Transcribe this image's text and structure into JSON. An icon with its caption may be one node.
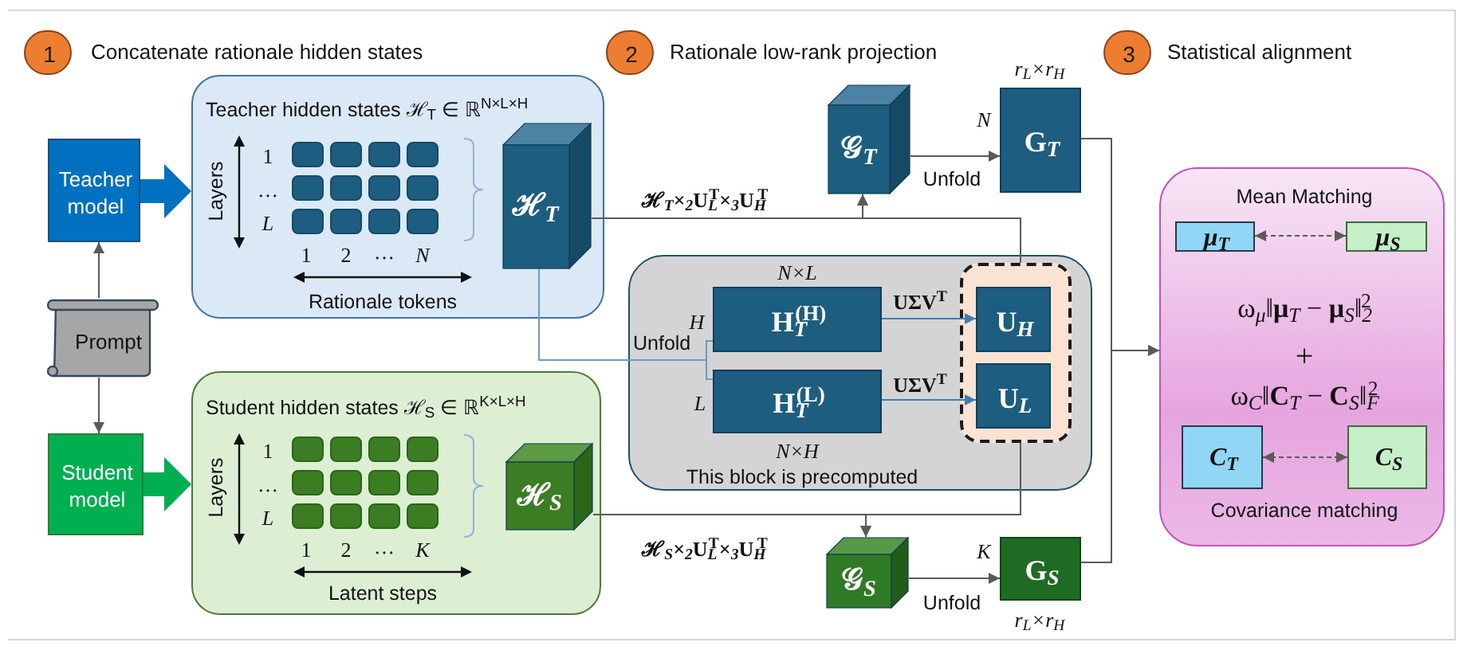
{
  "diagram": {
    "nodes": [
      {
        "text": [
          "1"
        ],
        "beside": [
          "Concatenate rationale hidden states"
        ]
      },
      {
        "text": [
          "2"
        ],
        "beside": [
          "Rationale low-rank projection"
        ]
      },
      {
        "text": [
          "3"
        ],
        "beside": [
          "Statistical alignment"
        ]
      },
      {
        "text": [
          "Teacher model"
        ]
      },
      {
        "text": [
          "Teacher hidden states ℋ$_{T}$ ∈ ℝ$^{N×L×H}$"
        ]
      },
      {
        "text": [
          "ℋ$_{T}$"
        ],
        "in": 4
      },
      {
        "text": [
          "Prompt"
        ]
      },
      {
        "text": [
          "Student model"
        ]
      },
      {
        "text": [
          "Student hidden states ℋ$_{S}$ ∈ ℝ$^{K×L×H}$"
        ]
      },
      {
        "text": [
          "ℋ$_{S}$"
        ],
        "in": 8
      },
      {
        "text": [
          "This block is precomputed"
        ]
      },
      {
        "text": [
          "H$_{T}$$^{(H)}$"
        ],
        "in": 10,
        "beside": [
          "N×L",
          "H"
        ]
      },
      {
        "text": [
          "H$_{T}$$^{(L)}$"
        ],
        "in": 10,
        "beside": [
          "L",
          "N×H"
        ]
      },
      {
        "text": [],
        "shape": "box",
        "in": 10
      },
      {
        "text": [
          "U$_{H}$"
        ],
        "in": 13
      },
      {
        "text": [
          "U$_{L}$"
        ],
        "in": 13
      },
      {
        "text": [
          "𝒢$_{T}$"
        ]
      },
      {
        "text": [
          "G$_{T}$"
        ],
        "beside": [
          "r$_{L}$×r$_{H}$",
          "N"
        ]
      },
      {
        "text": [
          "𝒢$_{S}$"
        ]
      },
      {
        "text": [
          "G$_{S}$"
        ],
        "beside": [
          "K",
          "r$_{L}$×r$_{H}$"
        ]
      },
      {
        "text": [
          "Mean Matching",
          "ω$_{μ}$‖**μ**$_{T}$ − **μ**$_{S}$‖$_{2}$$^{2}$",
          "+",
          "ω$_{C}$‖**C**$_{T}$ − **C**$_{S}$‖$_{F}$$^{2}$",
          "Covariance matching"
        ]
      },
      {
        "text": [
          "μ$_{T}$"
        ],
        "in": 20
      },
      {
        "text": [
          "μ$_{S}$"
        ],
        "in": 20
      },
      {
        "text": [
          "C$_{T}$"
        ],
        "in": 20
      },
      {
        "text": [
          "C$_{S}$"
        ],
        "in": 20
      }
    ],
    "edges": [
      {
        "from": 6,
        "to": 3,
        "arrow": "to"
      },
      {
        "from": 6,
        "to": 7,
        "arrow": "to"
      },
      {
        "from": 3,
        "to": 4,
        "arrow": "to",
        "style": "thick",
        "color": "#0070c0"
      },
      {
        "from": 7,
        "to": 8,
        "arrow": "to",
        "style": "thick",
        "color": "#00b050"
      },
      {
        "from": 5,
        "to": 11,
        "arrow": "none",
        "label": "Unfold",
        "color": "#6a9cc6"
      },
      {
        "from": 5,
        "to": 12,
        "arrow": "none",
        "color": "#6a9cc6"
      },
      {
        "from": 11,
        "to": 14,
        "arrow": "to",
        "label": "UΣV$^{T}$",
        "color": "#3f7fb0"
      },
      {
        "from": 12,
        "to": 15,
        "arrow": "to",
        "label": "UΣV$^{T}$",
        "color": "#3f7fb0"
      },
      {
        "from": 5,
        "to": 16,
        "arrow": "to",
        "label": "ℋ$_{T}$×$_{2}$U$_{L}$$^{T}$×$_{3}$U$_{H}$$^{T}$"
      },
      {
        "from": 13,
        "to": 16,
        "arrow": "to"
      },
      {
        "from": 16,
        "to": 17,
        "arrow": "to",
        "label": "Unfold"
      },
      {
        "from": 9,
        "to": 18,
        "arrow": "to",
        "label": "ℋ$_{S}$×$_{2}$U$_{L}$$^{T}$×$_{3}$U$_{H}$$^{T}$"
      },
      {
        "from": 13,
        "to": 18,
        "arrow": "to"
      },
      {
        "from": 18,
        "to": 19,
        "arrow": "to",
        "label": "Unfold"
      },
      {
        "from": 17,
        "to": 20,
        "arrow": "to"
      },
      {
        "from": 19,
        "to": 20,
        "arrow": "to"
      },
      {
        "from": 21,
        "to": 22,
        "arrow": "both",
        "style": "dashed"
      },
      {
        "from": 23,
        "to": 24,
        "arrow": "both",
        "style": "dashed"
      }
    ],
    "labels": [
      "Layers",
      "1",
      "…",
      "L",
      "1",
      "2",
      "…",
      "N",
      "Rationale tokens",
      "Layers",
      "1",
      "…",
      "L",
      "1",
      "2",
      "…",
      "K",
      "Latent steps"
    ]
  }
}
